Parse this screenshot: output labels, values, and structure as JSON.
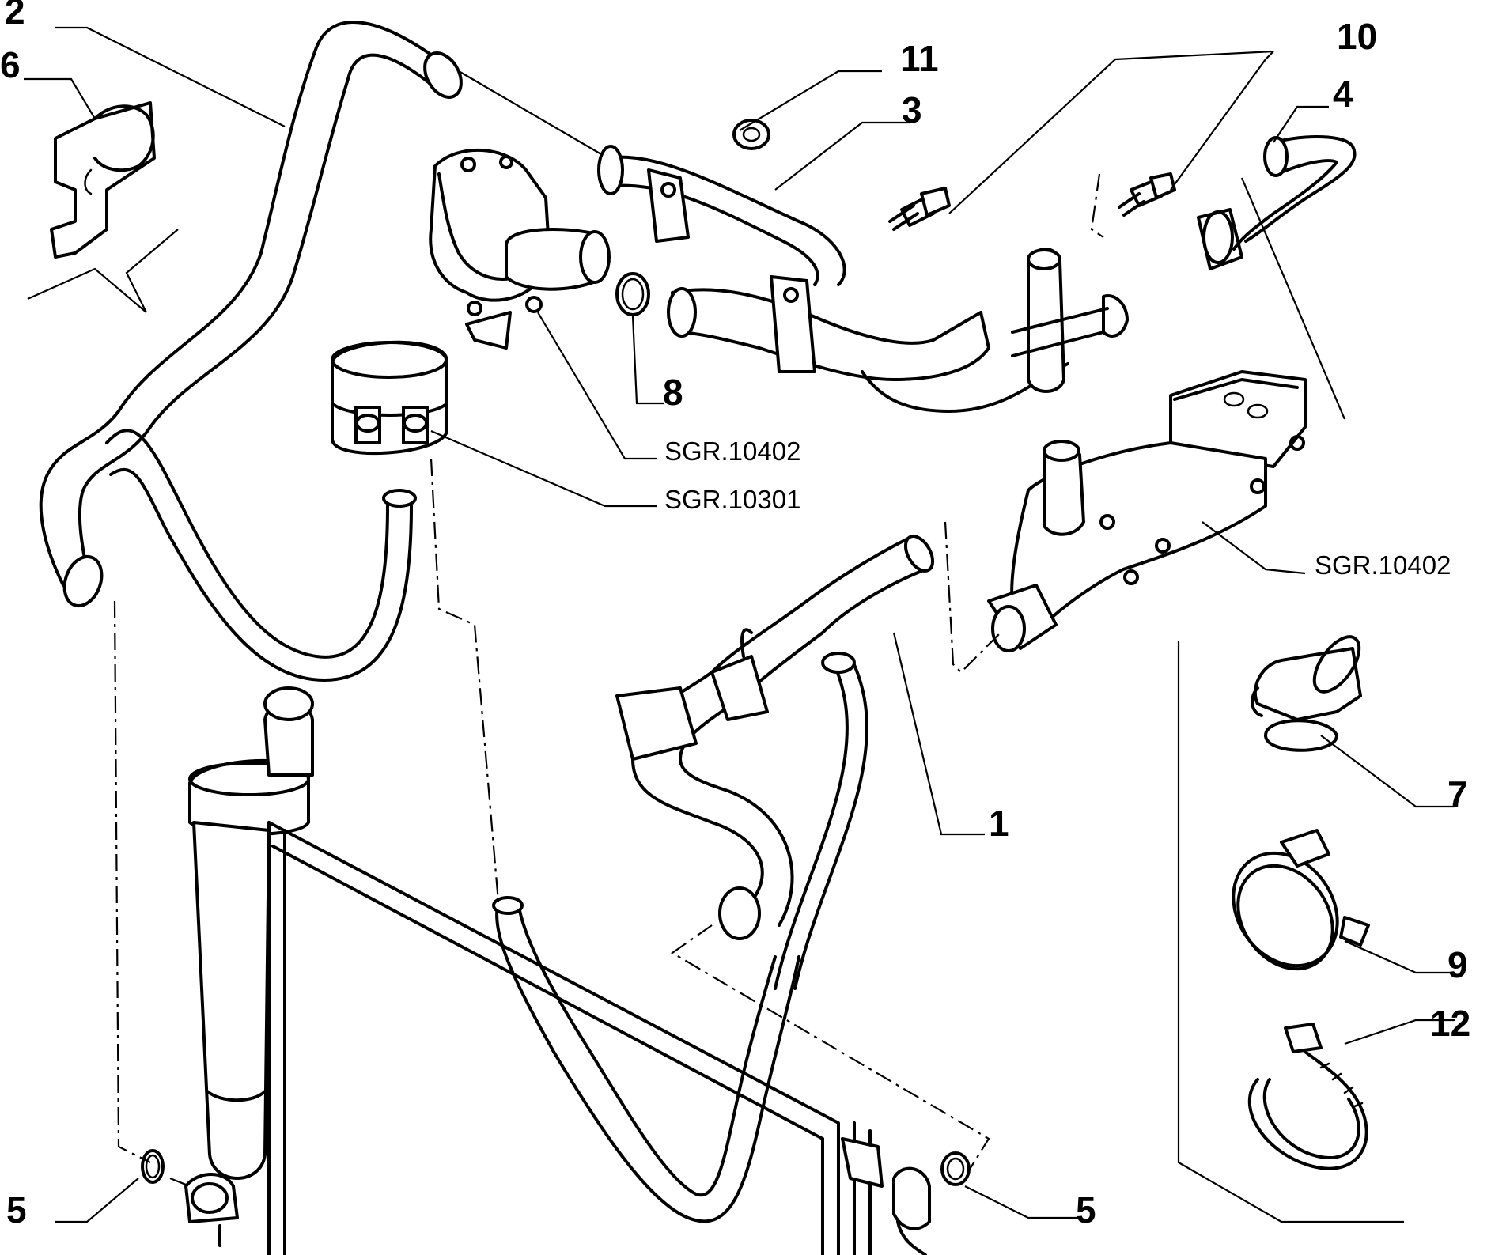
{
  "callouts": {
    "c1": "1",
    "c2": "2",
    "c3": "3",
    "c4": "4",
    "c5a": "5",
    "c5b": "5",
    "c6": "6",
    "c7": "7",
    "c8": "8",
    "c9": "9",
    "c10": "10",
    "c11": "11",
    "c12": "12"
  },
  "references": {
    "sgr_water_pump": "SGR.10402",
    "sgr_air_filter": "SGR.10301",
    "sgr_thermostat": "SGR.10402"
  }
}
